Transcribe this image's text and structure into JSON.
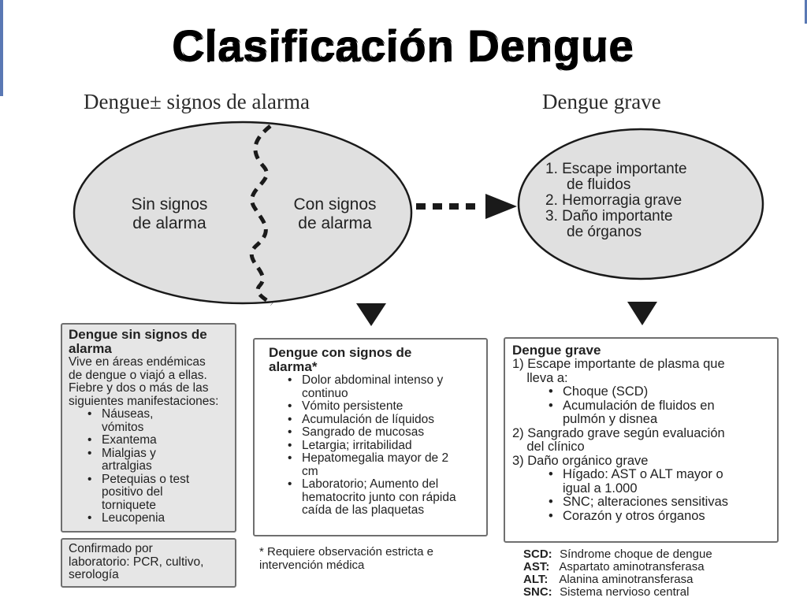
{
  "title": "Clasificación Dengue",
  "headers": {
    "left": "Dengue± signos de alarma",
    "right": "Dengue grave"
  },
  "ellipse_left": {
    "sin_line1": "Sin signos",
    "sin_line2": "de alarma",
    "con_line1": "Con signos",
    "con_line2": "de alarma"
  },
  "ellipse_right": {
    "lines": [
      "1. Escape importante",
      "   de fluidos",
      "2. Hemorragia grave",
      "3. Daño importante",
      "   de órganos"
    ]
  },
  "box_sin": {
    "title1": "Dengue sin signos de",
    "title2": "alarma",
    "intro": [
      "Vive en áreas endémicas",
      "de dengue o viajó a ellas.",
      "Fiebre y dos o más de las",
      "siguientes manifestaciones:"
    ],
    "items": [
      [
        "Náuseas,",
        "vómitos"
      ],
      [
        "Exantema"
      ],
      [
        "Mialgias y",
        "artralgias"
      ],
      [
        "Petequias o test",
        "positivo del",
        "torniquete"
      ],
      [
        "Leucopenia"
      ]
    ],
    "bullet": "•"
  },
  "box_confirm": {
    "lines": [
      "Confirmado por",
      "laboratorio: PCR, cultivo,",
      "serología"
    ]
  },
  "box_con": {
    "title1": "Dengue con signos de",
    "title2": "alarma*",
    "items": [
      [
        "Dolor abdominal intenso y",
        "continuo"
      ],
      [
        "Vómito persistente"
      ],
      [
        "Acumulación de líquidos"
      ],
      [
        "Sangrado de mucosas"
      ],
      [
        "Letargia; irritabilidad"
      ],
      [
        "Hepatomegalia mayor de 2",
        "cm"
      ],
      [
        "Laboratorio; Aumento del",
        "hematocrito junto con rápida",
        "caída de las plaquetas"
      ]
    ],
    "bullet": "•"
  },
  "note": [
    "* Requiere observación estricta e",
    "intervención médica"
  ],
  "box_grave": {
    "title": "Dengue grave",
    "s1": [
      "1) Escape importante de plasma que",
      "    lleva a:"
    ],
    "s1_items": [
      [
        "Choque (SCD)"
      ],
      [
        "Acumulación de fluidos en",
        "pulmón y disnea"
      ]
    ],
    "s2": [
      "2) Sangrado grave según evaluación",
      "    del clínico"
    ],
    "s3": [
      "3) Daño orgánico grave"
    ],
    "s3_items": [
      [
        "Hígado: AST o ALT mayor o",
        "igual a 1.000"
      ],
      [
        "SNC; alteraciones sensitivas"
      ],
      [
        "Corazón y otros órganos"
      ]
    ],
    "bullet": "•"
  },
  "legend": [
    {
      "abbr": "SCD:",
      "text": "Síndrome choque de dengue"
    },
    {
      "abbr": "AST:",
      "text": "Aspartato aminotransferasa"
    },
    {
      "abbr": "ALT:",
      "text": "Alanina aminotransferasa"
    },
    {
      "abbr": "SNC:",
      "text": "Sistema nervioso central"
    }
  ],
  "colors": {
    "ellipse_fill": "#e0e0e0",
    "box_gray": "#e6e6e6",
    "stroke": "#1a1a1a"
  }
}
